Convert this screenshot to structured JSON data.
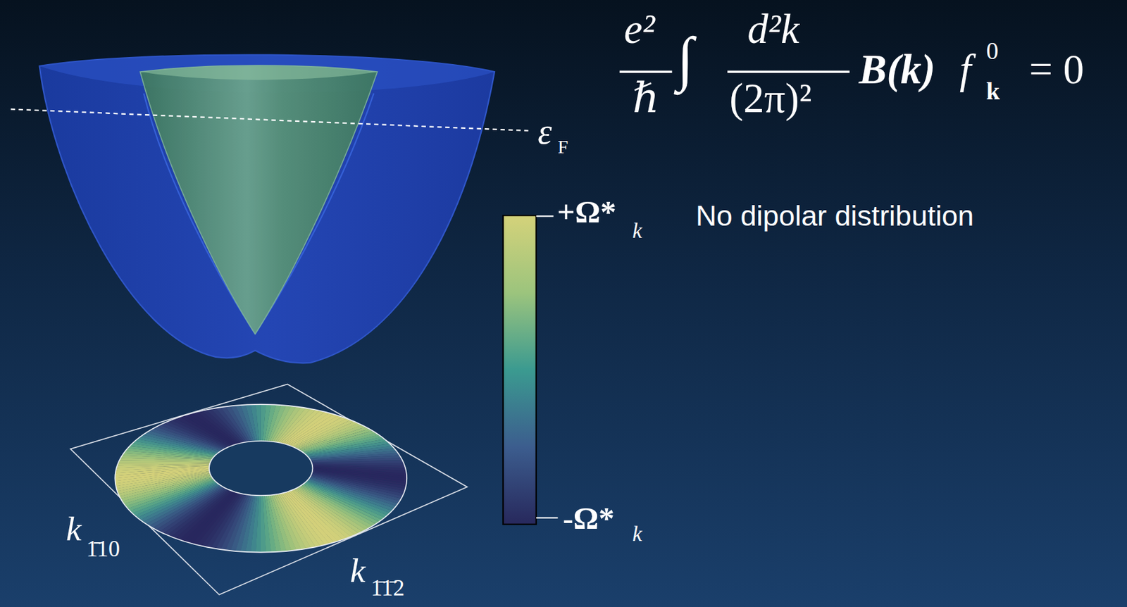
{
  "diagram": {
    "labels": [
      "e²",
      "ℏ",
      "∫",
      "d²k",
      "(2π)²",
      "B(k)",
      "f",
      "0",
      "k",
      "= 0",
      "ε",
      "F",
      "+Ω*",
      "k",
      "No dipolar distribution",
      "-Ω*",
      "k",
      "k",
      "1̄10",
      "k",
      "1̄1̄2"
    ]
  }
}
